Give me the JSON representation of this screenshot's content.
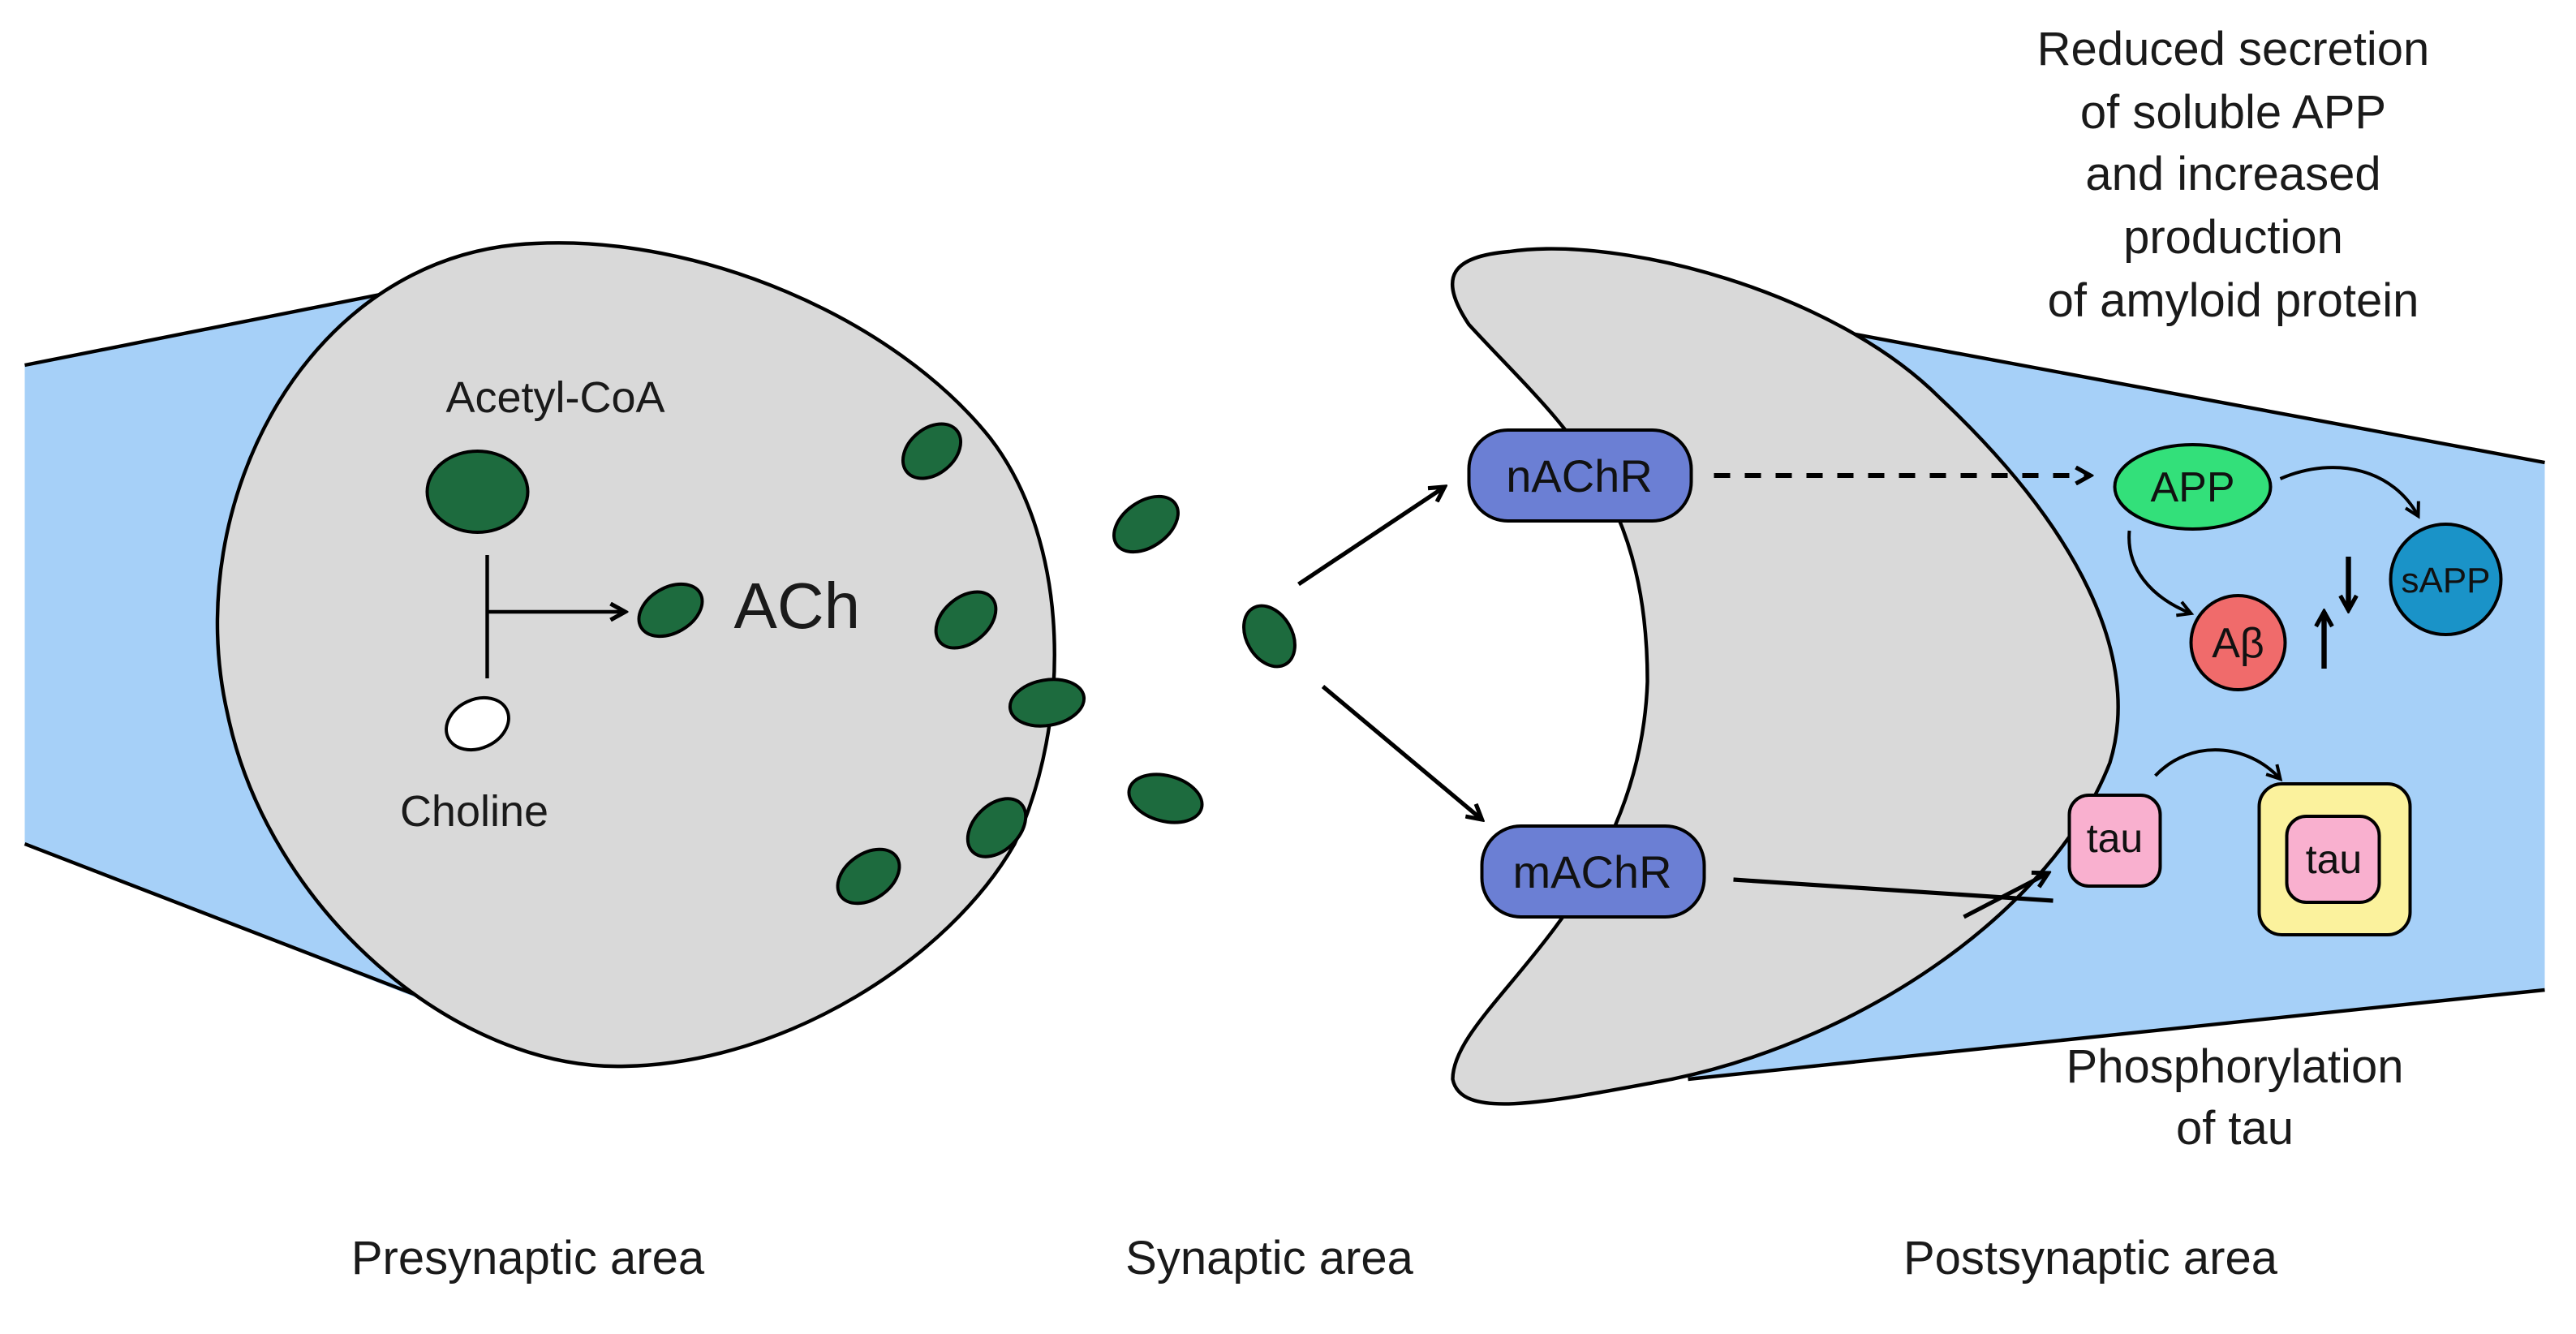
{
  "colors": {
    "axon": "#a6d0f8",
    "cell": "#d9d9d9",
    "vesicle": "#1d6b3e",
    "receptor": "#6b7fd4",
    "app": "#33e07a",
    "abeta": "#f06b6b",
    "sapp": "#1a93c8",
    "tau": "#f9b0cf",
    "tau_box": "#fbf29d"
  },
  "presynaptic": {
    "acetyl_coa": "Acetyl-CoA",
    "ach": "ACh",
    "choline": "Choline"
  },
  "receptors": {
    "nachr": "nAChR",
    "machr": "mAChR"
  },
  "postsynaptic": {
    "app": "APP",
    "abeta": "Aβ",
    "sapp": "sAPP",
    "tau": "tau",
    "tau_phospho": "tau",
    "secretion_note": [
      "Reduced secretion",
      "of soluble APP",
      "and increased",
      "production",
      "of amyloid protein"
    ],
    "phospho_note": [
      "Phosphorylation",
      "of tau"
    ]
  },
  "areas": {
    "presynaptic": "Presynaptic area",
    "synaptic": "Synaptic area",
    "postsynaptic": "Postsynaptic area"
  }
}
